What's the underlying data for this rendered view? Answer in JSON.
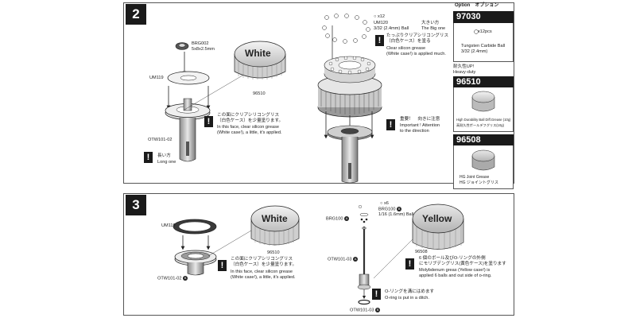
{
  "steps": {
    "step2": {
      "number": "2"
    },
    "step3": {
      "number": "3"
    }
  },
  "step2": {
    "brg002": {
      "code": "BRG002",
      "size": "5x8x2.5mm"
    },
    "um119": "UM119",
    "otw101_02": "OTW101-02",
    "long_one_jp": "長い方",
    "long_one_en": "Long one",
    "jar_label": "White",
    "jar_code": "96510",
    "grease_note": {
      "jp1": "この面にクリアシリコングリス",
      "jp2": "（白色ケース）を少量塗ります。",
      "en1": "In this face, clear silicon grease",
      "en2": "(White case!), a little, it's applied."
    },
    "balls": {
      "qty": "x12",
      "code": "UM120",
      "size": "3/32 (2.4mm) Ball",
      "big_jp": "大きい方",
      "big_en": "The Big one"
    },
    "much_note": {
      "jp1": "たっぷりクリアシリコングリス",
      "jp2": "（白色ケース）を塗る",
      "en1": "Clear silicon grease",
      "en2": "(White case!) is applied much."
    },
    "direction_note": {
      "jp": "重要！　向きに注意",
      "en1": "Important ! Attention",
      "en2": "to the direction"
    }
  },
  "option": {
    "title_jp": "Option　オプション",
    "p97030": {
      "code": "97030",
      "qty": "x12pcs",
      "name": "Tungsten Carbide Ball",
      "size": "3/32 (2.4mm)",
      "note_jp": "耐久性UP!",
      "note_en": "Heavy-duty"
    },
    "p96510": {
      "code": "96510",
      "name_en": "High Durability Ball Diff.Grease (10g)",
      "name_jp": "高耐久性ボールデフグリス(10g)"
    },
    "p96508": {
      "code": "96508",
      "name_en": "HG Joint Grease",
      "name_jp": "HG ジョイントグリス"
    }
  },
  "step3": {
    "um119": "UM119",
    "otw101_02": "OTW101-02",
    "jar1_label": "White",
    "jar1_code": "96510",
    "grease_note": {
      "jp1": "この面にクリアシリコングリス",
      "jp2": "（白色ケース）を少量塗ります。",
      "en1": "In this face, clear silicon grease",
      "en2": "(White case!), a little, it's applied."
    },
    "balls": {
      "qty": "x6",
      "code": "BRG100",
      "size": "1/16 (1.6mm) Ball"
    },
    "brg100_label": "BRG100",
    "otw101_03_mid": "OTW101-03",
    "otw101_03_bot": "OTW101-03",
    "oring_note": {
      "jp": "O-リングを溝にはめます",
      "en": "O-ring is put in a ditch."
    },
    "jar2_label": "Yellow",
    "jar2_code": "96508",
    "moly_note": {
      "jp1": "6 個のボール及びO-リングの外側",
      "jp2": "にモリブデングリス(黄色ケース)を塗ります",
      "en1": "Molybdenum greas (Yellow case!) is",
      "en2": "applied 6 balls and out side of o-ring."
    }
  },
  "warn_mark": "!"
}
